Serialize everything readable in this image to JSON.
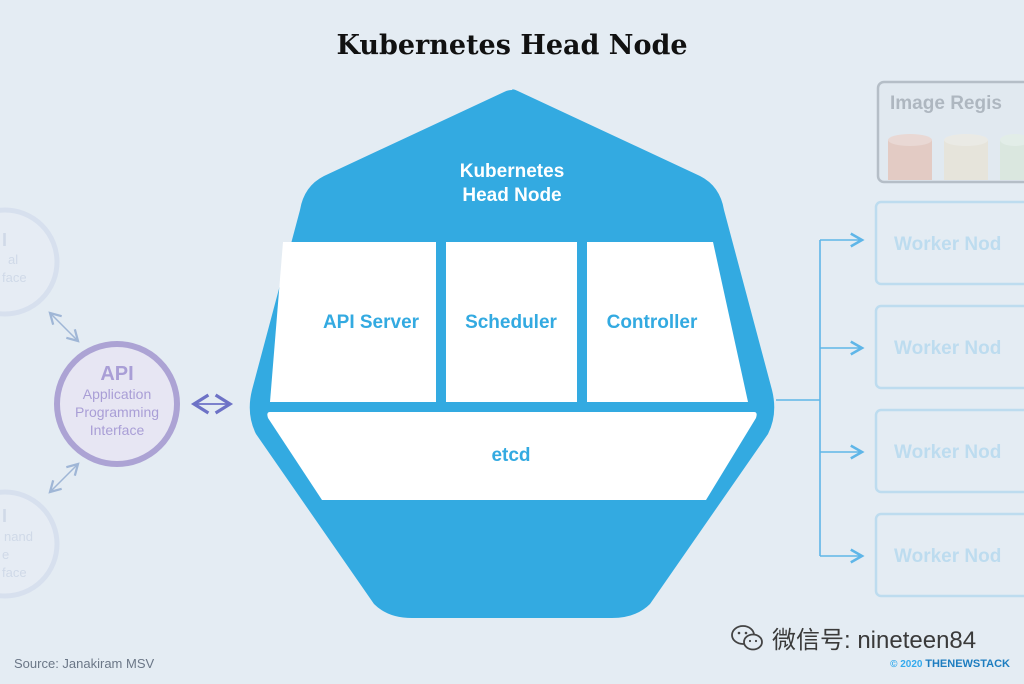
{
  "title": "Kubernetes Head Node",
  "head_node": {
    "label_line1": "Kubernetes",
    "label_line2": "Head Node",
    "components": [
      "API Server",
      "Scheduler",
      "Controller"
    ],
    "storage": "etcd"
  },
  "api": {
    "title": "API",
    "line1": "Application",
    "line2": "Programming",
    "line3": "Interface"
  },
  "left_faded": {
    "top_line1": "I",
    "top_line2": "al",
    "top_line3": "face",
    "bottom_line1": "I",
    "bottom_line2": "nand",
    "bottom_line3": "e",
    "bottom_line4": "face"
  },
  "image_registry": {
    "label": "Image Regis"
  },
  "worker_nodes": [
    "Worker Nod",
    "Worker Nod",
    "Worker Nod",
    "Worker Nod"
  ],
  "source": "Source: Janakiram MSV",
  "copyright": {
    "prefix": "© 2020",
    "brand": "THENEWSTACK"
  },
  "watermark": "微信号: nineteen84",
  "colors": {
    "primary_blue": "#33aae1",
    "background": "#e4ecf3",
    "api_purple": "#9b8ec9"
  }
}
